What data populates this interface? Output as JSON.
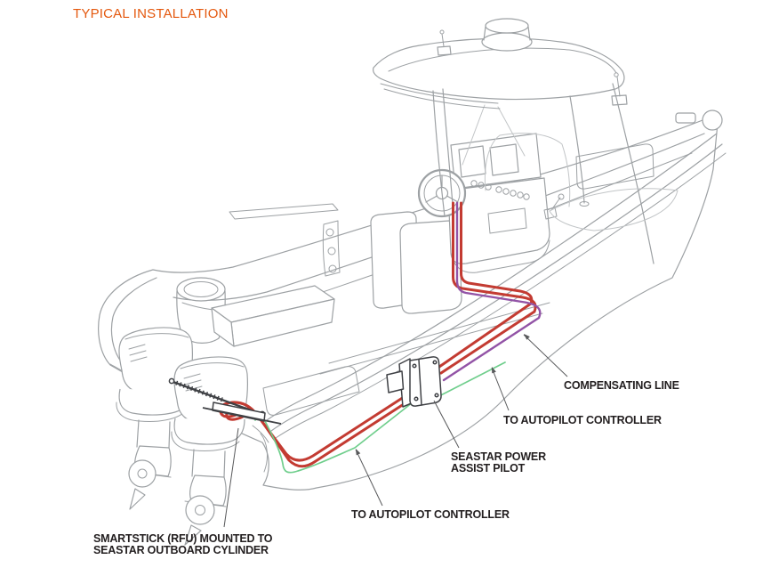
{
  "title": {
    "text": "TYPICAL INSTALLATION",
    "color": "#e4580e"
  },
  "labels": {
    "compensating_line": {
      "text": "COMPENSATING LINE"
    },
    "autopilot_controller_right": {
      "text": "TO AUTOPILOT CONTROLLER"
    },
    "autopilot_controller_bottom": {
      "text": "TO AUTOPILOT CONTROLLER"
    },
    "seastar_power_assist_pilot": {
      "line1": "SEASTAR POWER",
      "line2": "ASSIST PILOT"
    },
    "smartstick": {
      "line1": "SMARTSTICK (RFU) MOUNTED TO",
      "line2": "SEASTAR OUTBOARD CYLINDER"
    }
  },
  "colors": {
    "hydraulic_hose": "#c33b32",
    "compensating_line": "#9253a6",
    "autopilot_cable": "#6fce8c",
    "boat_line": "#9da1a4",
    "boat_line_light": "#c2c5c7",
    "leader_line": "#58595b",
    "label_text": "#231f20",
    "hardware_line": "#3f4145"
  }
}
